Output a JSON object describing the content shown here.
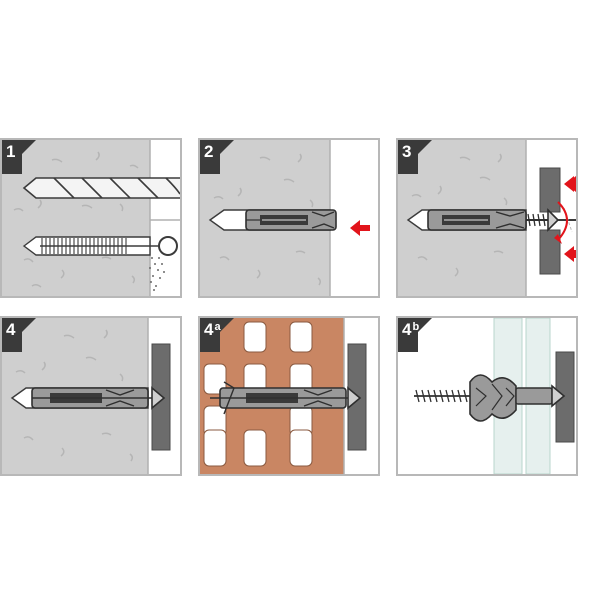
{
  "steps": [
    {
      "number": "1",
      "suffix": ""
    },
    {
      "number": "2",
      "suffix": ""
    },
    {
      "number": "3",
      "suffix": ""
    },
    {
      "number": "4",
      "suffix": ""
    },
    {
      "number": "4",
      "suffix": "a"
    },
    {
      "number": "4",
      "suffix": "b"
    }
  ],
  "colors": {
    "concrete": "#cfcfcf",
    "brick": "#c98663",
    "fixture": "#6c6c6c",
    "arrow": "#e2141b",
    "glass": "#e6f0ee",
    "badge": "#3a3a3a"
  }
}
